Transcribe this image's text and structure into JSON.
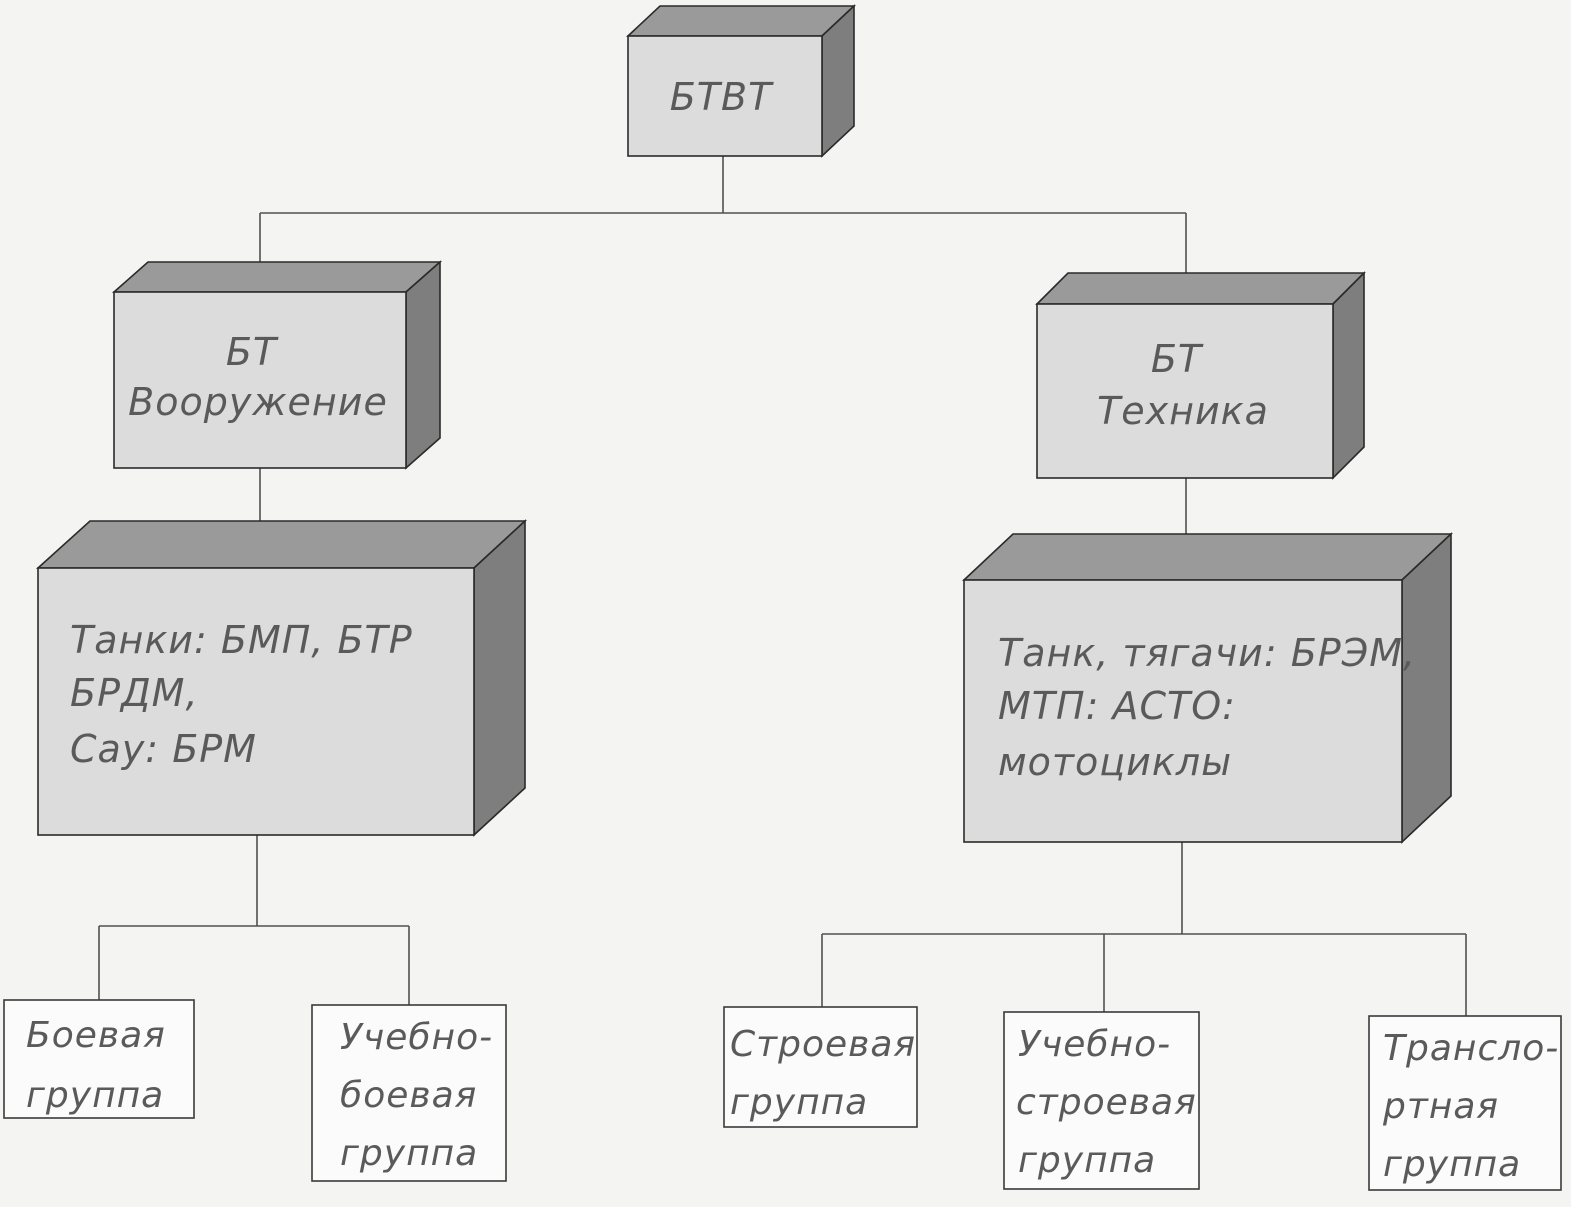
{
  "nodes": {
    "root": {
      "lines": [
        "БТВТ"
      ]
    },
    "armament": {
      "lines": [
        "БТ",
        "Вооружение"
      ]
    },
    "equipment": {
      "lines": [
        "БТ",
        "Техника"
      ]
    },
    "armament_list": {
      "lines": [
        "Танки: БМП, БТР",
        "БРДМ,",
        "Сау: БРМ"
      ]
    },
    "equipment_list": {
      "lines": [
        "Танк, тягачи: БРЭМ,",
        "МТП: АСТО:",
        "мотоциклы"
      ]
    },
    "combat_group": {
      "lines": [
        "Боевая",
        "группа"
      ]
    },
    "training_combat_group": {
      "lines": [
        "Учебно-",
        "боевая",
        "группа"
      ]
    },
    "line_group": {
      "lines": [
        "Строевая",
        "группа"
      ]
    },
    "training_line_group": {
      "lines": [
        "Учебно-",
        "строевая",
        "группа"
      ]
    },
    "transport_group": {
      "lines": [
        "Трансло-",
        "ртная",
        "группа"
      ]
    }
  }
}
